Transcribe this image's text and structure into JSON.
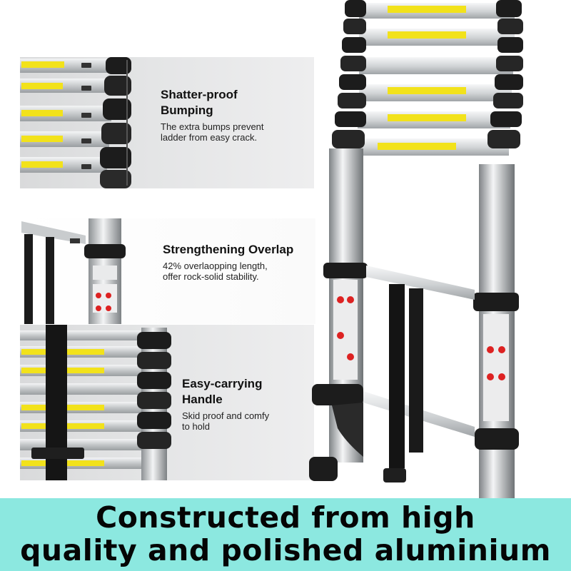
{
  "features": [
    {
      "title_line1": "Shatter-proof",
      "title_line2": "Bumping",
      "desc_line1": "The extra bumps prevent",
      "desc_line2": "ladder from easy crack."
    },
    {
      "title_line1": "Strengthening Overlap",
      "desc_line1": "42% overlaopping length,",
      "desc_line2": "offer rock-solid stability."
    },
    {
      "title_line1": "Easy-carrying",
      "title_line2": "Handle",
      "desc_line1": "Skid proof and comfy",
      "desc_line2": "to hold"
    }
  ],
  "banner": {
    "line1": "Constructed from high",
    "line2": "quality and polished aluminium"
  },
  "colors": {
    "banner_bg": "#8ce8e0",
    "label_yellow": "#f2e21b",
    "bumper_black": "#1c1c1c",
    "aluminium": "#c9ccce"
  }
}
